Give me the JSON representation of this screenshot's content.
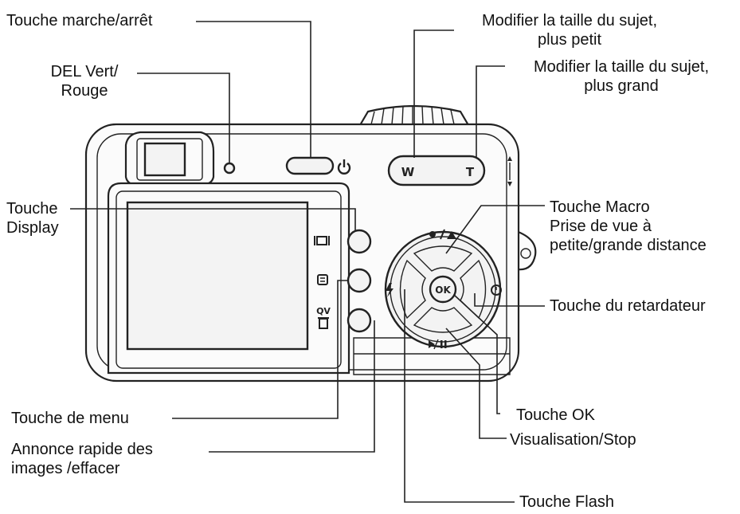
{
  "labels": {
    "power": "Touche marche/arrêt",
    "led_line1": "DEL Vert/",
    "led_line2": "Rouge",
    "zoom_w_line1": "Modifier la taille du sujet,",
    "zoom_w_line2": "plus petit",
    "zoom_t_line1": "Modifier la taille du sujet,",
    "zoom_t_line2": "plus grand",
    "display_line1": "Touche",
    "display_line2": "Display",
    "macro_line1": "Touche Macro",
    "macro_line2": "Prise de vue à",
    "macro_line3": "petite/grande distance",
    "timer": "Touche du retardateur",
    "menu": "Touche de menu",
    "quickview_line1": "Annonce rapide des",
    "quickview_line2": "images /effacer",
    "ok": "Touche OK",
    "playback": "Visualisation/Stop",
    "flash": "Touche Flash"
  },
  "camera_marks": {
    "zoom_wide": "W",
    "zoom_tele": "T",
    "ok_button": "OK",
    "quick_view": "QV"
  },
  "icons": {
    "power": "power-icon",
    "led": "led-icon",
    "display": "display-icon",
    "menu": "menu-icon",
    "trash": "trash-icon",
    "macro": "macro-icon",
    "timer": "self-timer-icon",
    "flash": "flash-icon",
    "play_pause": "play-pause-icon"
  }
}
